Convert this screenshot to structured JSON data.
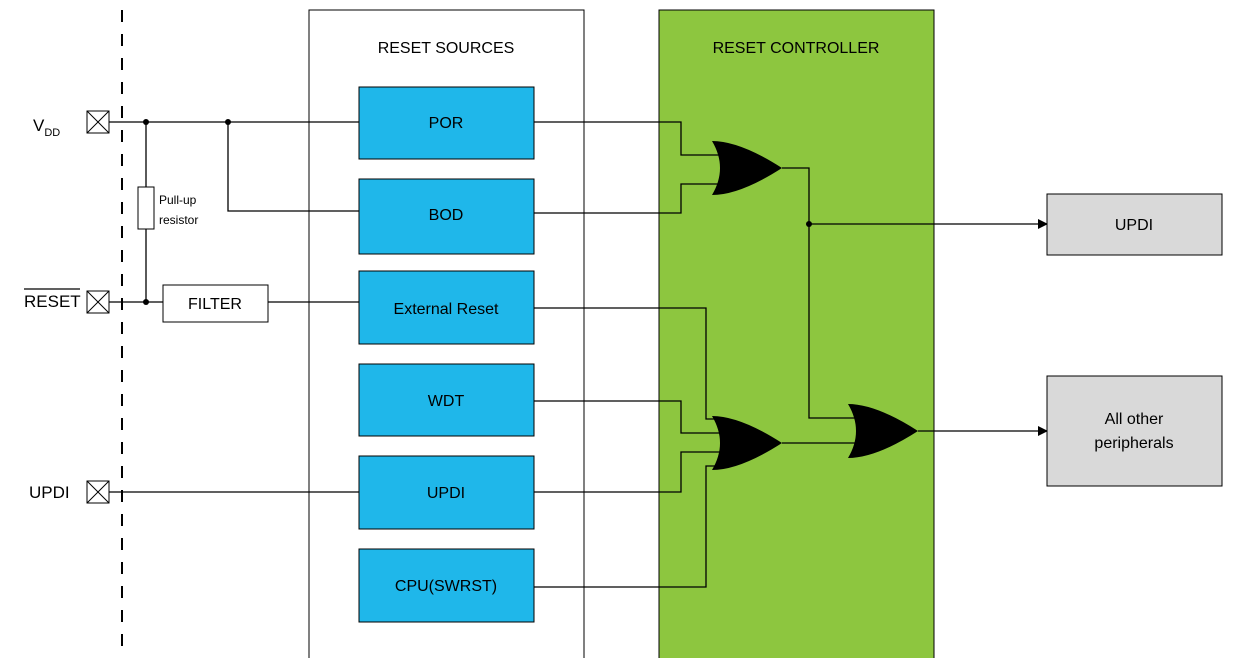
{
  "panels": {
    "sources_title": "RESET SOURCES",
    "controller_title": "RESET CONTROLLER"
  },
  "pins": {
    "vdd_main": "V",
    "vdd_sub": "DD",
    "reset": "RESET",
    "updi": "UPDI"
  },
  "components": {
    "pullup_line1": "Pull-up",
    "pullup_line2": "resistor",
    "filter": "FILTER"
  },
  "sources": {
    "por": "POR",
    "bod": "BOD",
    "external": "External Reset",
    "wdt": "WDT",
    "updi": "UPDI",
    "cpu": "CPU(SWRST)"
  },
  "outputs": {
    "updi": "UPDI",
    "peripherals_line1": "All other",
    "peripherals_line2": "peripherals"
  },
  "colors": {
    "source_block": "#1fb7ea",
    "controller_bg": "#8dc63f",
    "output_block": "#d9d9d9"
  }
}
